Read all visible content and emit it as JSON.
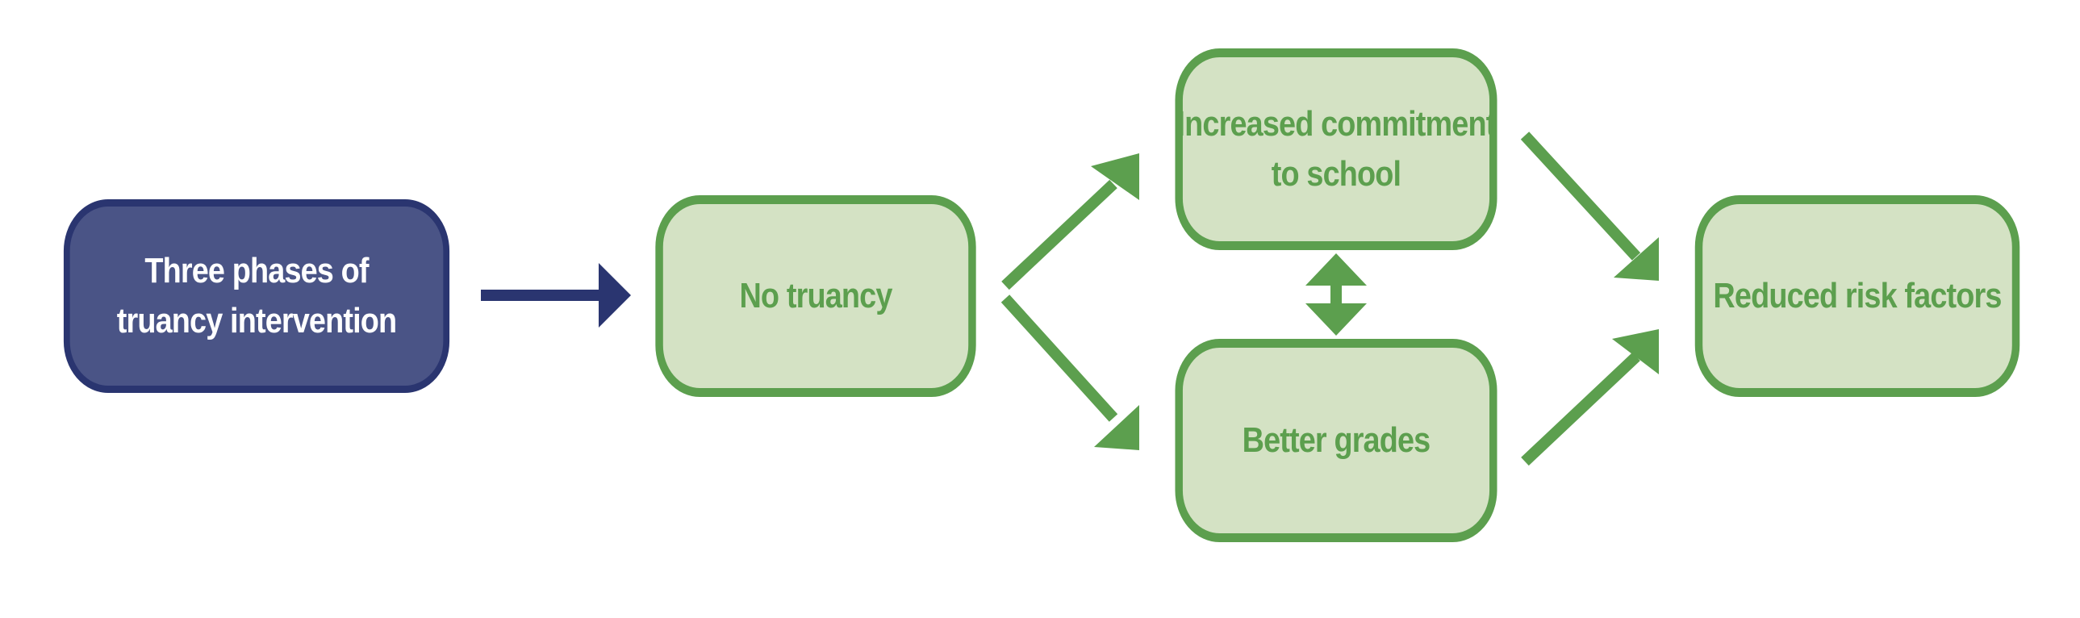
{
  "diagram": {
    "nodes": {
      "intervention": {
        "line1": "Three phases of",
        "line2": "truancy intervention"
      },
      "no_truancy": {
        "label": "No truancy"
      },
      "commitment": {
        "line1": "Increased commitment",
        "line2": "to school"
      },
      "grades": {
        "label": "Better grades"
      },
      "reduced_risk": {
        "label": "Reduced risk factors"
      }
    },
    "colors": {
      "blue_fill": "#4a5486",
      "blue_border": "#2a3570",
      "green_fill": "#d4e2c4",
      "green_border": "#5c9f4e"
    }
  }
}
